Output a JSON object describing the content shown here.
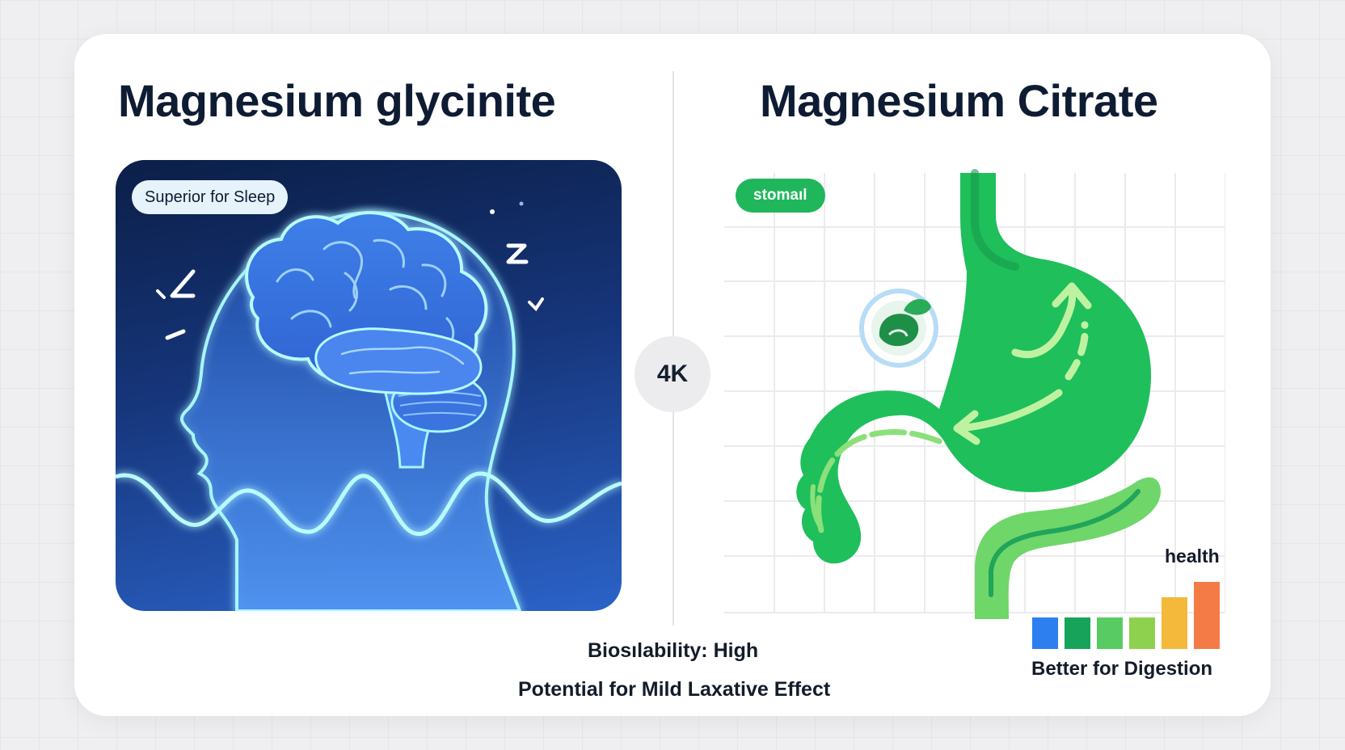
{
  "titles": {
    "left": "Magnesium glycinite",
    "right": "Magnesium Citrate"
  },
  "left_panel": {
    "pill_label": "Superior for Sleep",
    "icons": [
      "head-silhouette-icon",
      "brain-icon",
      "sleep-z-icon",
      "brainwave-icon"
    ]
  },
  "center_badge": "4K",
  "right_panel": {
    "pill_label": "stomaıl",
    "icons": [
      "stomach-icon",
      "intestine-icon",
      "leaf-badge-icon",
      "circulation-arrows-icon"
    ],
    "mini_chart": {
      "label": "health",
      "bar_levels": [
        0.4,
        0.4,
        0.4,
        0.4,
        0.65,
        0.85
      ],
      "bar_colors": [
        "#2d7ff0",
        "#17a45a",
        "#58cc62",
        "#8ed14f",
        "#f4b83a",
        "#f47b45"
      ]
    },
    "caption": "Better for Digestion"
  },
  "footer": {
    "bioavailability": "Biosılability: High",
    "laxative": "Potential for Mild Laxative Effect"
  },
  "colors": {
    "title": "#0e1c33",
    "brain_glow": "#8ff3ff",
    "stomach_green": "#1fbf5b",
    "pill_green": "#20b65c"
  }
}
